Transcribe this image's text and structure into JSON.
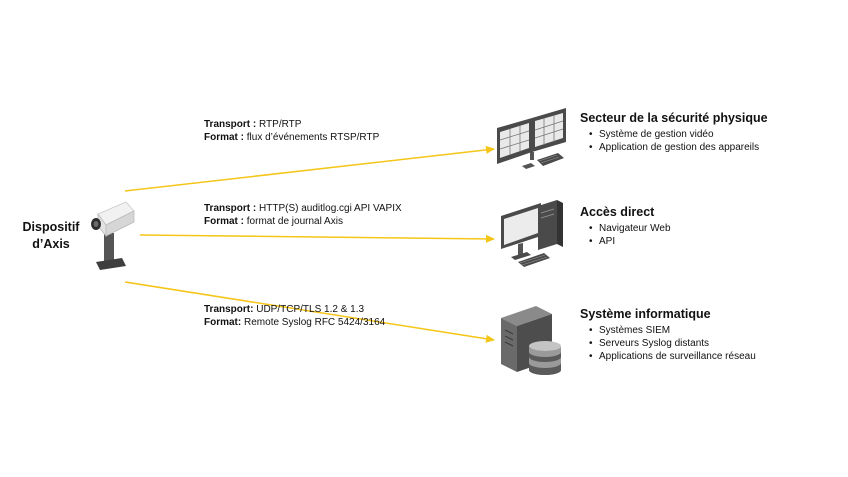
{
  "source": {
    "label_line1": "Dispositif",
    "label_line2": "d’Axis"
  },
  "channels": [
    {
      "transport_label": "Transport :",
      "transport_value": "RTP/RTP",
      "format_label": "Format :",
      "format_value": "flux d’événements RTSP/RTP"
    },
    {
      "transport_label": "Transport :",
      "transport_value": "HTTP(S) auditlog.cgi API VAPIX",
      "format_label": "Format :",
      "format_value": "format de journal Axis"
    },
    {
      "transport_label": "Transport:",
      "transport_value": "UDP/TCP/TLS 1.2 & 1.3",
      "format_label": "Format:",
      "format_value": "Remote Syslog RFC 5424/3164"
    }
  ],
  "destinations": [
    {
      "title": "Secteur de la sécurité physique",
      "items": [
        "Système de gestion vidéo",
        "Application de gestion des appareils"
      ],
      "icon": "video-wall-workstation-icon"
    },
    {
      "title": "Accès direct",
      "items": [
        "Navigateur Web",
        "API"
      ],
      "icon": "desktop-computer-icon"
    },
    {
      "title": "Système informatique",
      "items": [
        "Systèmes SIEM",
        "Serveurs Syslog distants",
        "Applications de surveillance réseau"
      ],
      "icon": "server-database-icon"
    }
  ],
  "colors": {
    "arrow": "#f5c518",
    "icon_dark": "#4a4a4a",
    "icon_mid": "#7a7a7a",
    "icon_light": "#b9b9b9",
    "screen": "#e9e9e9"
  }
}
